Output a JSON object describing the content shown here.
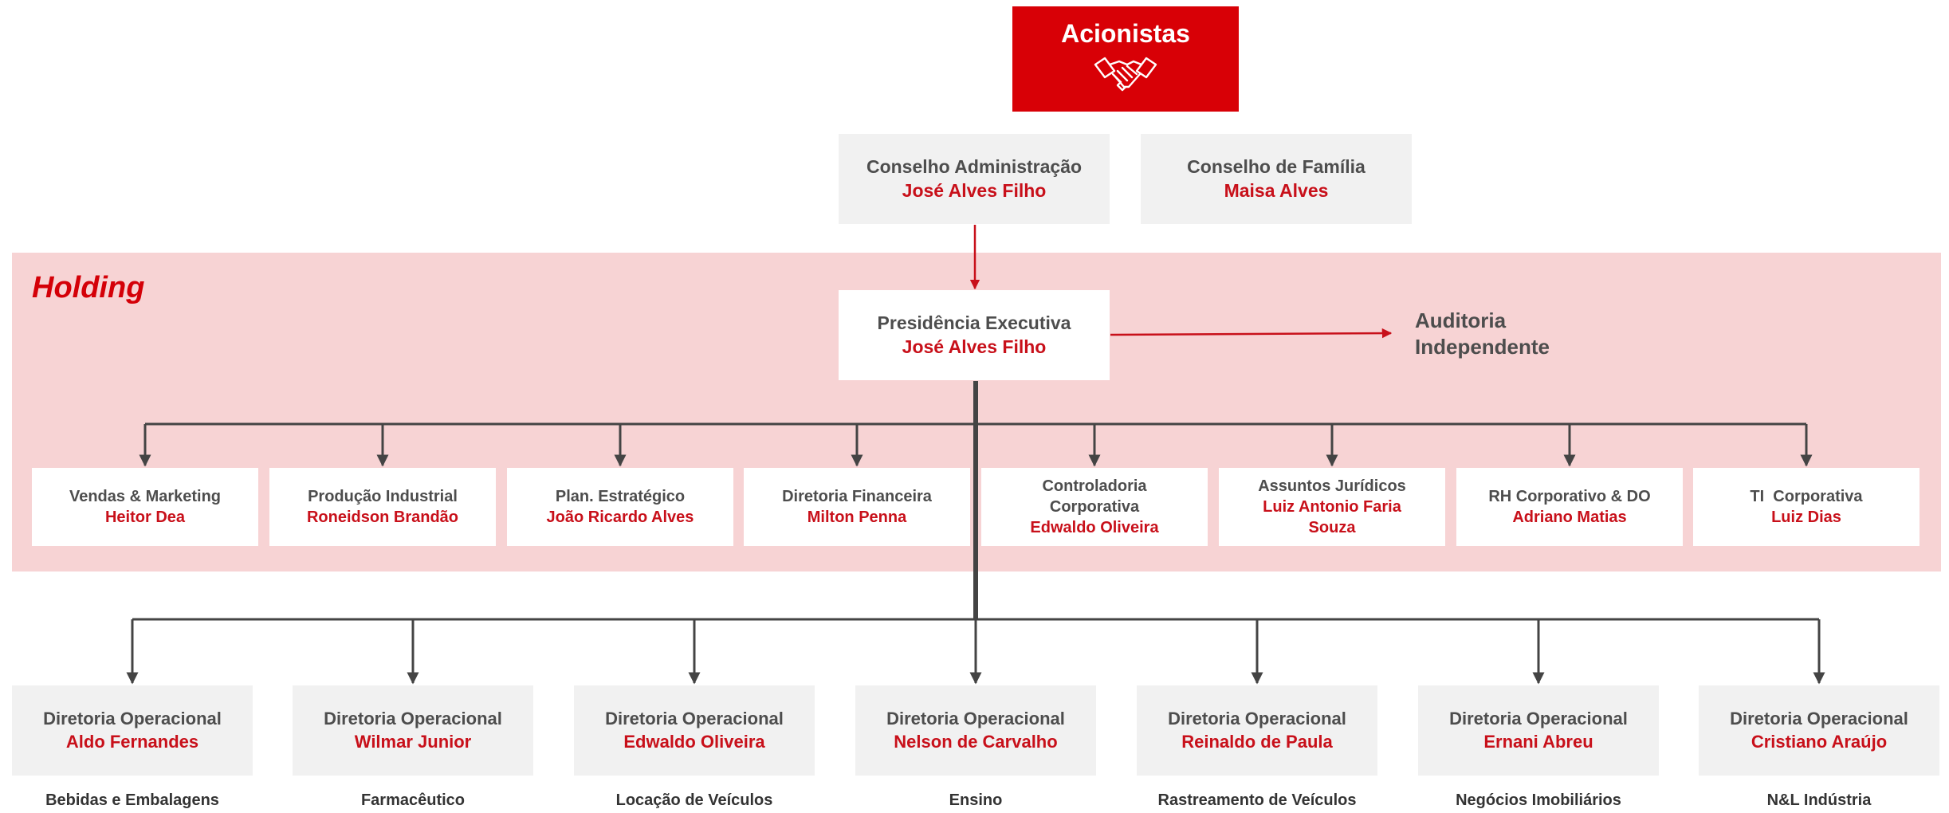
{
  "top": {
    "title": "Acionistas",
    "icon": "handshake-icon"
  },
  "board": [
    {
      "title": "Conselho Administração",
      "person": "José Alves Filho"
    },
    {
      "title": "Conselho de Família",
      "person": "Maisa Alves"
    }
  ],
  "holding": {
    "label": "Holding",
    "ceo": {
      "title": "Presidência Executiva",
      "person": "José Alves Filho"
    },
    "audit": [
      "Auditoria",
      "Independente"
    ],
    "departments": [
      {
        "title": "Vendas & Marketing",
        "person": "Heitor Dea"
      },
      {
        "title": "Produção Industrial",
        "person": "Roneidson Brandão"
      },
      {
        "title": "Plan. Estratégico",
        "person": "João Ricardo Alves"
      },
      {
        "title": "Diretoria Financeira",
        "person": "Milton Penna"
      },
      {
        "title": "Controladoria Corporativa",
        "person": "Edwaldo Oliveira"
      },
      {
        "title": "Assuntos Jurídicos",
        "person": "Luiz Antonio Faria Souza"
      },
      {
        "title": "RH Corporativo & DO",
        "person": "Adriano Matias"
      },
      {
        "title": "TI  Corporativa",
        "person": "Luiz Dias"
      }
    ]
  },
  "operations": [
    {
      "title": "Diretoria Operacional",
      "person": "Aldo Fernandes",
      "sector": "Bebidas e Embalagens"
    },
    {
      "title": "Diretoria Operacional",
      "person": "Wilmar Junior",
      "sector": "Farmacêutico"
    },
    {
      "title": "Diretoria Operacional",
      "person": "Edwaldo Oliveira",
      "sector": "Locação de Veículos"
    },
    {
      "title": "Diretoria Operacional",
      "person": "Nelson de Carvalho",
      "sector": "Ensino"
    },
    {
      "title": "Diretoria Operacional",
      "person": "Reinaldo de Paula",
      "sector": "Rastreamento de Veículos"
    },
    {
      "title": "Diretoria Operacional",
      "person": "Ernani Abreu",
      "sector": "Negócios Imobiliários"
    },
    {
      "title": "Diretoria Operacional",
      "person": "Cristiano Araújo",
      "sector": "N&L Indústria"
    }
  ],
  "colors": {
    "accent": "#d80006",
    "holding_bg": "#f7d3d4",
    "box_grey": "#f1f1f1",
    "line": "#444444"
  }
}
